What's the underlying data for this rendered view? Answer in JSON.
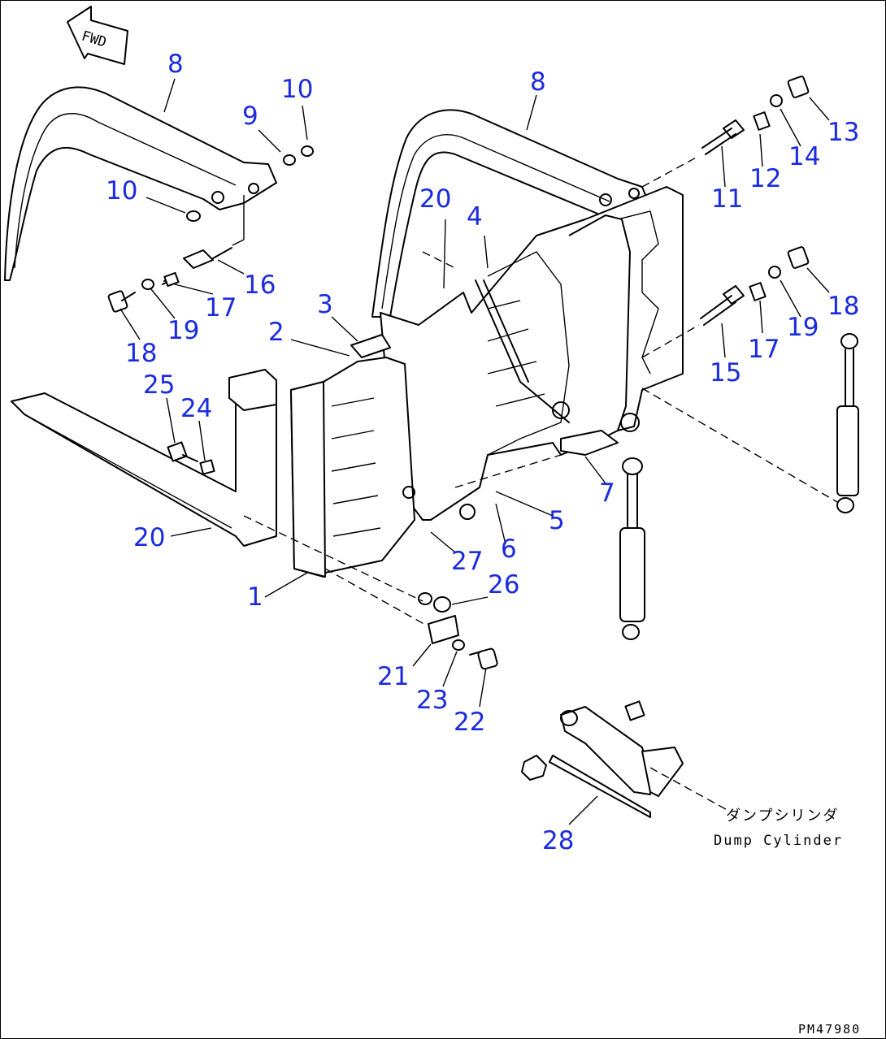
{
  "diagram": {
    "fwd_marker": "FWD",
    "drawing_code": "PM47980",
    "callouts": [
      {
        "id": "c8a",
        "label": "8"
      },
      {
        "id": "c8b",
        "label": "8"
      },
      {
        "id": "c9",
        "label": "9"
      },
      {
        "id": "c10a",
        "label": "10"
      },
      {
        "id": "c10b",
        "label": "10"
      },
      {
        "id": "c11",
        "label": "11"
      },
      {
        "id": "c12",
        "label": "12"
      },
      {
        "id": "c13",
        "label": "13"
      },
      {
        "id": "c14",
        "label": "14"
      },
      {
        "id": "c16",
        "label": "16"
      },
      {
        "id": "c17a",
        "label": "17"
      },
      {
        "id": "c17b",
        "label": "17"
      },
      {
        "id": "c18a",
        "label": "18"
      },
      {
        "id": "c18b",
        "label": "18"
      },
      {
        "id": "c19a",
        "label": "19"
      },
      {
        "id": "c19b",
        "label": "19"
      },
      {
        "id": "c15",
        "label": "15"
      },
      {
        "id": "c20a",
        "label": "20"
      },
      {
        "id": "c20b",
        "label": "20"
      },
      {
        "id": "c4",
        "label": "4"
      },
      {
        "id": "c3",
        "label": "3"
      },
      {
        "id": "c2",
        "label": "2"
      },
      {
        "id": "c25",
        "label": "25"
      },
      {
        "id": "c24",
        "label": "24"
      },
      {
        "id": "c7",
        "label": "7"
      },
      {
        "id": "c5",
        "label": "5"
      },
      {
        "id": "c6",
        "label": "6"
      },
      {
        "id": "c27",
        "label": "27"
      },
      {
        "id": "c26",
        "label": "26"
      },
      {
        "id": "c1",
        "label": "1"
      },
      {
        "id": "c21",
        "label": "21"
      },
      {
        "id": "c23",
        "label": "23"
      },
      {
        "id": "c22",
        "label": "22"
      },
      {
        "id": "c28",
        "label": "28"
      }
    ],
    "dump_cylinder_jp": "ダンプシリンダ",
    "dump_cylinder_en": "Dump Cylinder"
  },
  "colors": {
    "callout": "#1a2be0",
    "line": "#000000",
    "background": "#ffffff"
  }
}
